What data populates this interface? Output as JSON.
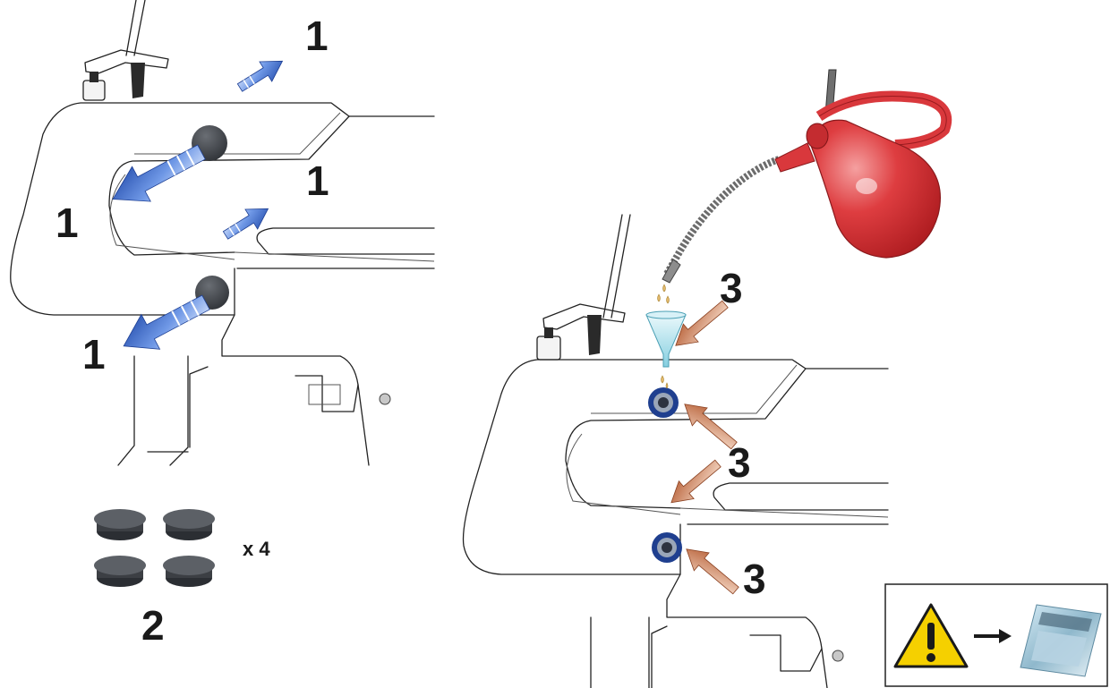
{
  "diagram": {
    "left_panel": {
      "step1_labels": [
        "1",
        "1",
        "1",
        "1"
      ],
      "step2_label": "2",
      "quantity_label": "x 4"
    },
    "right_panel": {
      "step3_labels": [
        "3",
        "3",
        "3"
      ]
    },
    "notice_box": {
      "warning_icon": "warning-triangle-icon",
      "arrow_icon": "right-arrow-icon",
      "manual_icon": "manual-booklet-icon"
    },
    "colors": {
      "blue_arrow": "#2d5fc4",
      "cap_gray": "#3c3f44",
      "bearing_blue": "#1f3f8f",
      "orange_arrow": "#b9643a",
      "oil_can_red": "#d9383c",
      "funnel_cyan": "#9bd8e6",
      "warning_yellow": "#f5d000"
    }
  }
}
